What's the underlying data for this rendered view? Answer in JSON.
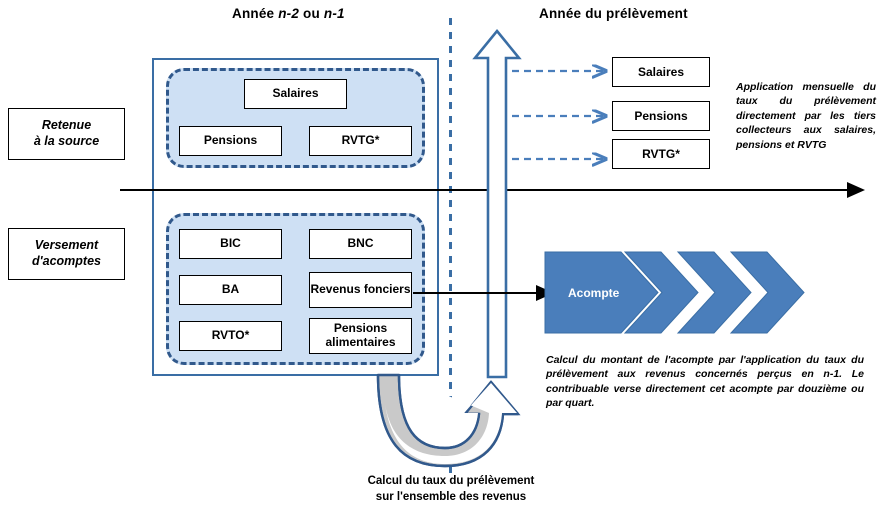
{
  "diagram": {
    "title": "Prelevement a la source - schema",
    "colors": {
      "frame_blue": "#3A6EA5",
      "group_fill": "#CEE0F4",
      "group_dash": "#31598C",
      "chevron_blue": "#4A7EBB",
      "arrow_blue": "#3A6EA5",
      "timeline_black": "#000000",
      "curve_gray": "#C8C8C8"
    },
    "headers": {
      "left": {
        "prefix": "Année ",
        "italic1": "n-2",
        "middle": " ou ",
        "italic2": "n-1"
      },
      "right": "Année du prélèvement"
    },
    "side_labels": [
      {
        "line1": "Retenue",
        "line2": "à la source"
      },
      {
        "line1": "Versement",
        "line2": "d'acomptes"
      }
    ],
    "retenue_group": {
      "items": [
        "Salaires",
        "Pensions",
        "RVTG*"
      ]
    },
    "acomptes_group": {
      "items": [
        "BIC",
        "BNC",
        "BA",
        "Revenus fonciers",
        "RVTO*",
        "Pensions alimentaires"
      ]
    },
    "collectors": {
      "boxes": [
        "Salaires",
        "Pensions",
        "RVTG*"
      ],
      "note": "Application mensuelle du taux du prélèvement directement par les tiers collecteurs aux salaires, pensions et RVTG"
    },
    "acompte_flow": {
      "label": "Acompte",
      "chevron_count": 4,
      "note": "Calcul du montant de l'acompte par l'application du taux du prélèvement aux revenus concernés perçus en n-1. Le contribuable verse directement cet acompte par douzième ou par quart."
    },
    "bottom_caption": {
      "line1": "Calcul du taux du prélèvement",
      "line2": "sur l'ensemble des revenus"
    }
  }
}
